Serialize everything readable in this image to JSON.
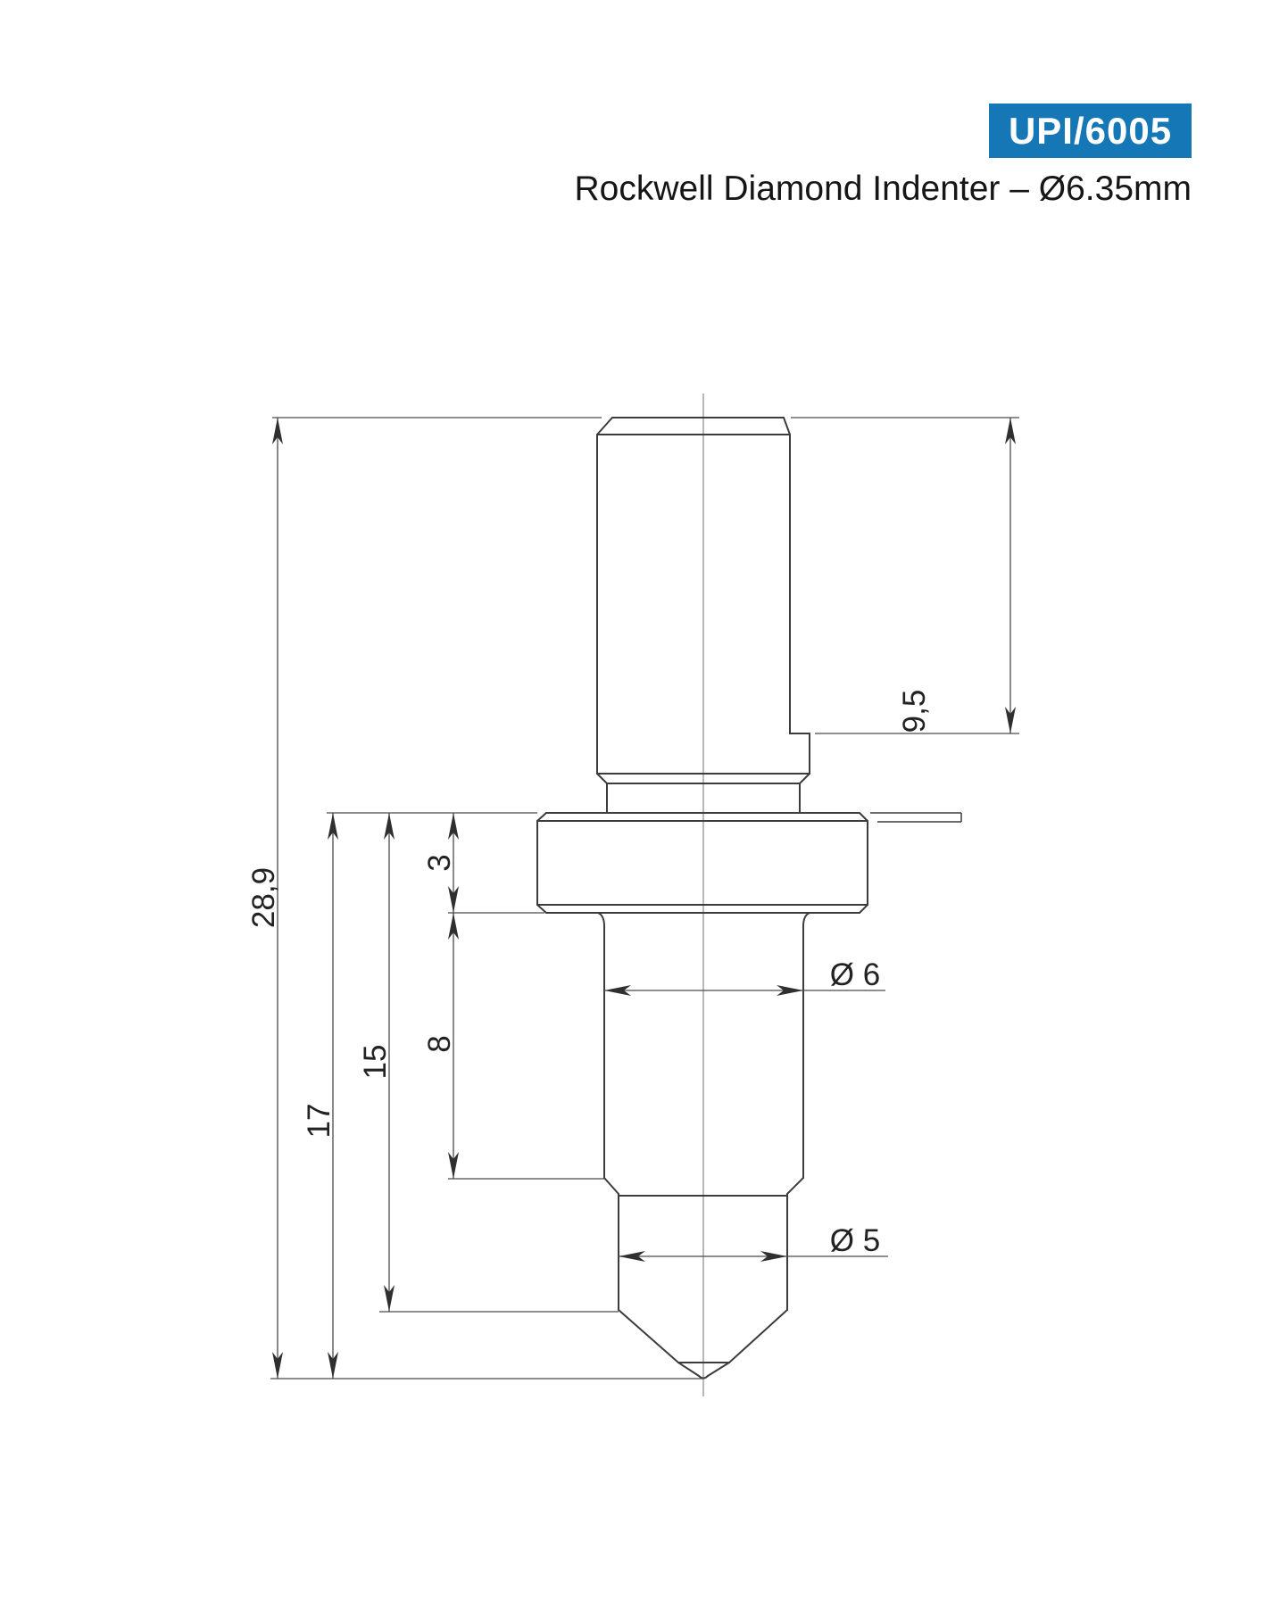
{
  "header": {
    "badge": {
      "label": "UPI/6005",
      "bg_color": "#1577b5",
      "text_color": "#ffffff"
    },
    "title": "Rockwell Diamond Indenter – Ø6.35mm"
  },
  "drawing": {
    "line_color": "#3c3c3c",
    "dimensions": {
      "overall_height": "28,9",
      "collar_to_tip": "17",
      "collar_to_cone": "15",
      "collar_thickness": "3",
      "stem_length": "8",
      "shank_depth": "9,5",
      "stem_diameter": "Ø 6",
      "nose_diameter": "Ø 5"
    }
  }
}
